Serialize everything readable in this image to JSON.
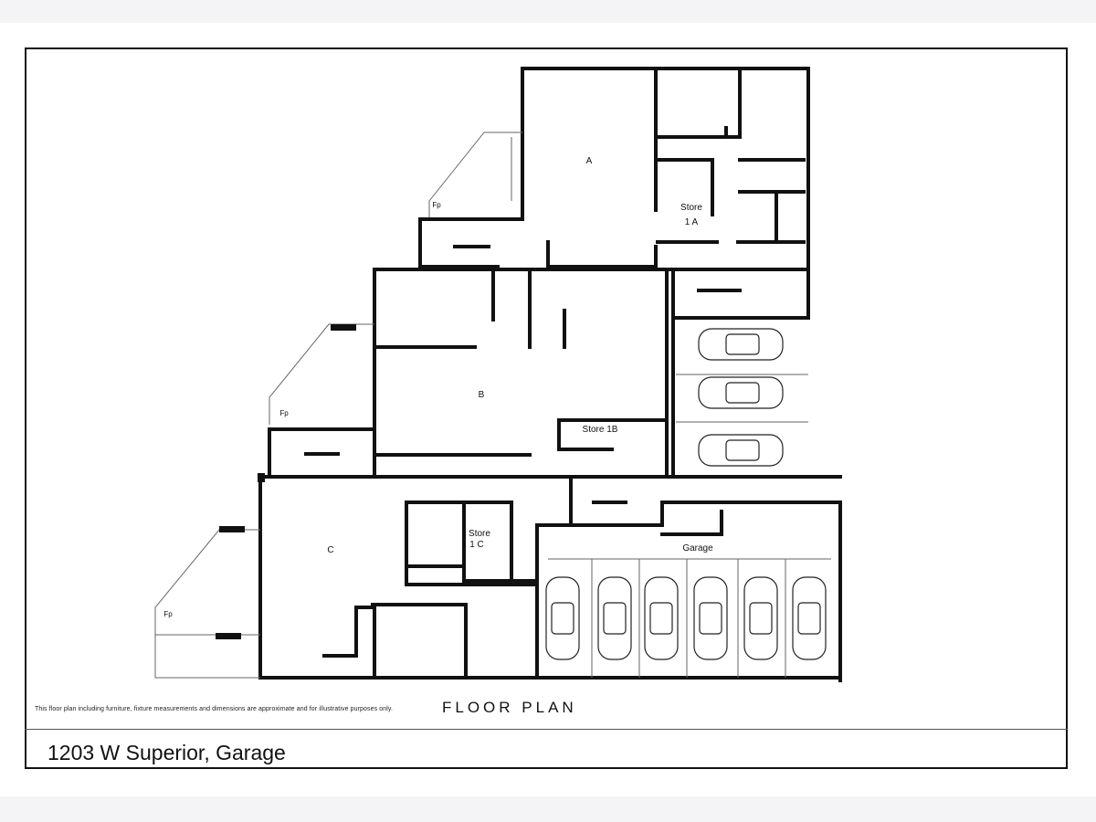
{
  "plan": {
    "title": "FLOOR PLAN",
    "disclaimer": "This floor plan including furniture, fixture measurements and dimensions are approximate and for illustrative purposes only.",
    "address": "1203 W Superior, Garage"
  },
  "labels": {
    "unit_a": "A",
    "unit_b": "B",
    "unit_c": "C",
    "store_1a_line1": "Store",
    "store_1a_line2": "1 A",
    "store_1b": "Store 1B",
    "store_1c_line1": "Store",
    "store_1c_line2": "1 C",
    "garage": "Garage",
    "fireplace": "Fp"
  }
}
